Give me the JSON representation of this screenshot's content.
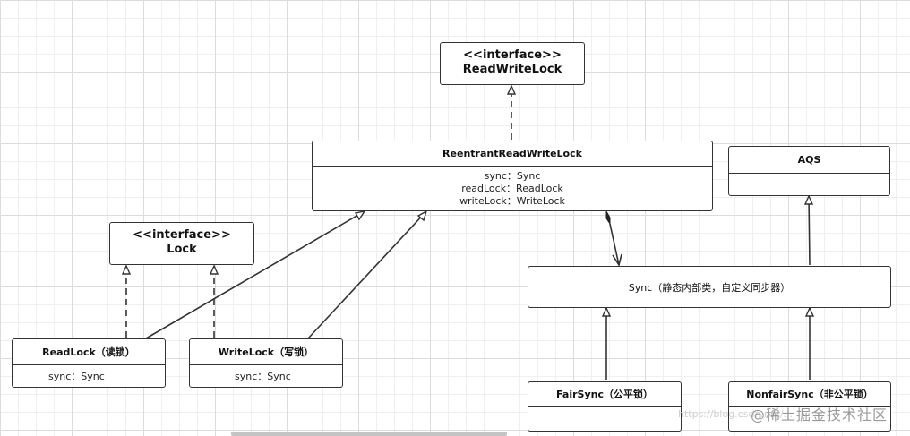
{
  "nodes": {
    "readwritelock": {
      "stereotype": "<<interface>>",
      "name": "ReadWriteLock"
    },
    "lock": {
      "stereotype": "<<interface>>",
      "name": "Lock"
    },
    "reentrant": {
      "name": "ReentrantReadWriteLock",
      "attrs": [
        "sync：Sync",
        "readLock：ReadLock",
        "writeLock：WriteLock"
      ]
    },
    "aqs": {
      "name": "AQS"
    },
    "sync": {
      "name": "Sync（静态内部类，自定义同步器）"
    },
    "readlock": {
      "name": "ReadLock（读锁）",
      "attrs": [
        "sync：Sync"
      ]
    },
    "writelock": {
      "name": "WriteLock（写锁）",
      "attrs": [
        "sync：Sync"
      ]
    },
    "fairsync": {
      "name": "FairSync（公平锁）"
    },
    "nonfairsync": {
      "name": "NonfairSync（非公平锁）"
    }
  },
  "edges": [
    {
      "from": "reentrant",
      "to": "readwritelock",
      "kind": "realization"
    },
    {
      "from": "readlock",
      "to": "lock",
      "kind": "realization"
    },
    {
      "from": "writelock",
      "to": "lock",
      "kind": "realization"
    },
    {
      "from": "readlock",
      "to": "reentrant",
      "kind": "generalization"
    },
    {
      "from": "writelock",
      "to": "reentrant",
      "kind": "generalization"
    },
    {
      "from": "reentrant",
      "to": "sync",
      "kind": "composition"
    },
    {
      "from": "sync",
      "to": "aqs",
      "kind": "generalization"
    },
    {
      "from": "fairsync",
      "to": "sync",
      "kind": "generalization"
    },
    {
      "from": "nonfairsync",
      "to": "sync",
      "kind": "generalization"
    }
  ],
  "watermark": {
    "link": "https://blog.csdn.net/...",
    "logo": "@稀土掘金技术社区"
  },
  "colors": {
    "stroke": "#333333",
    "grid": "#dcdcdc",
    "background": "#ffffff"
  }
}
